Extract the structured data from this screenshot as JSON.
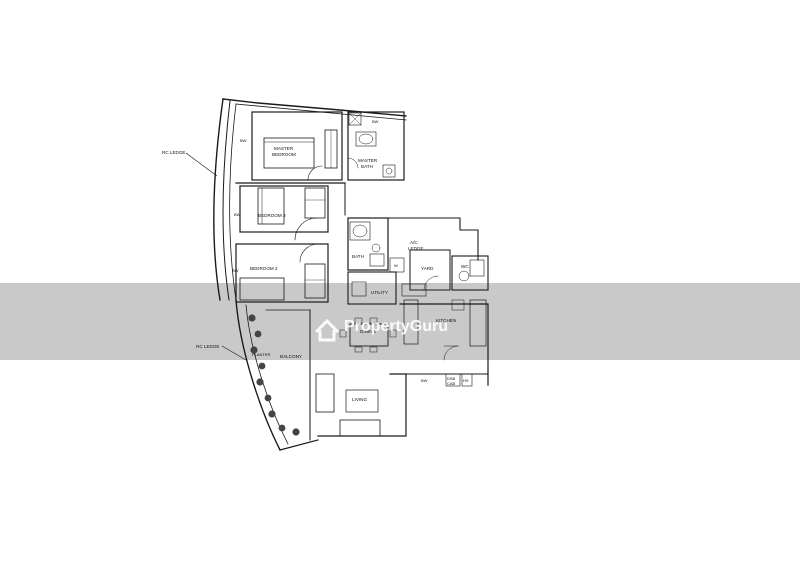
{
  "floorplan": {
    "labels": {
      "rc_ledge_top": "RC LEDGE",
      "rc_ledge_bottom": "RC LEDGE",
      "master_bedroom_1": "MASTER",
      "master_bedroom_2": "BEDROOM",
      "bw_top": "BW",
      "master_bath_1": "MASTER",
      "master_bath_2": "BATH",
      "bw_left": "BW",
      "bw_mid": "BW",
      "bedroom_3": "BEDROOM 3",
      "bedroom_2": "BEDROOM 2",
      "bw_lower": "BW",
      "bath": "BATH",
      "ac_ledge_1": "A/C",
      "ac_ledge_2": "LEDGE",
      "wc": "WC",
      "yard": "YARD",
      "w": "W",
      "utility": "UTILITY",
      "kitchen": "KITCHEN",
      "planter": "PLANTER",
      "balcony": "BALCONY",
      "dining": "DINING",
      "living": "LIVING",
      "bw_bottom": "BW",
      "dsb_1": "DSB",
      "dsb_2": "CAB",
      "hs": "HS"
    },
    "watermark": "PropertyGuru",
    "colors": {
      "line": "#1a1a1a",
      "watermark_band": "#b3b3b3",
      "planter": "#444444"
    }
  }
}
